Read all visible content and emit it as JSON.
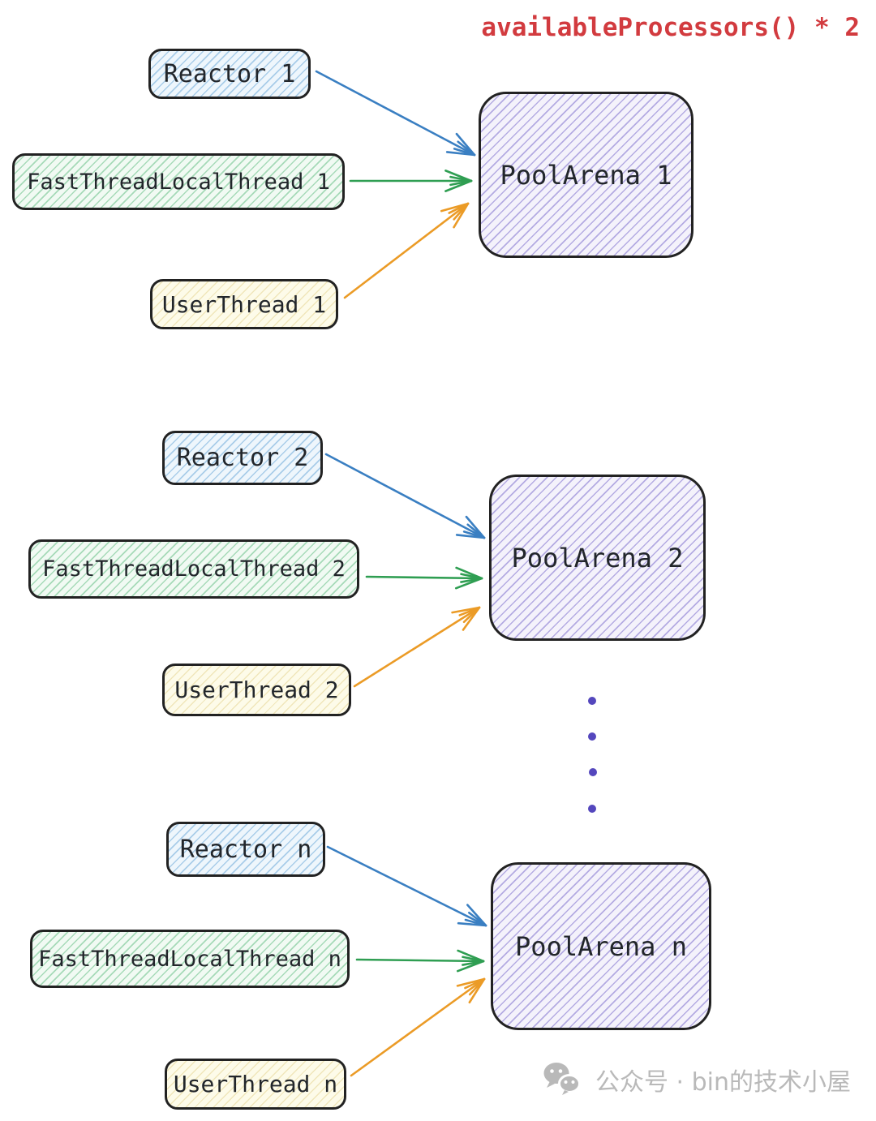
{
  "title": "availableProcessors() * 2",
  "groups": [
    {
      "reactor": "Reactor 1",
      "fast_thread": "FastThreadLocalThread 1",
      "user_thread": "UserThread 1",
      "pool_arena": "PoolArena 1"
    },
    {
      "reactor": "Reactor 2",
      "fast_thread": "FastThreadLocalThread 2",
      "user_thread": "UserThread 2",
      "pool_arena": "PoolArena 2"
    },
    {
      "reactor": "Reactor n",
      "fast_thread": "FastThreadLocalThread n",
      "user_thread": "UserThread n",
      "pool_arena": "PoolArena n"
    }
  ],
  "ellipsis": {
    "dot_count": 4
  },
  "watermark": {
    "text": "公众号 · bin的技术小屋"
  },
  "colors": {
    "title_red": "#d23b3f",
    "arrow_blue": "#3a7fc2",
    "arrow_green": "#2f9e52",
    "arrow_orange": "#eb9b26",
    "dot_purple": "#5447bd",
    "watermark_gray": "#b9b9b9",
    "box_border": "#222222",
    "text_dark": "#22262b",
    "reactor_fill": "#eef6fc",
    "reactor_hatch": "#a9cde9",
    "fast_thread_fill": "#f1faf3",
    "fast_thread_hatch": "#a6dab8",
    "user_thread_fill": "#fdfbe9",
    "user_thread_hatch": "#f0e6ba",
    "pool_arena_fill": "#f4f2fb",
    "pool_arena_hatch": "#b4abe2"
  }
}
